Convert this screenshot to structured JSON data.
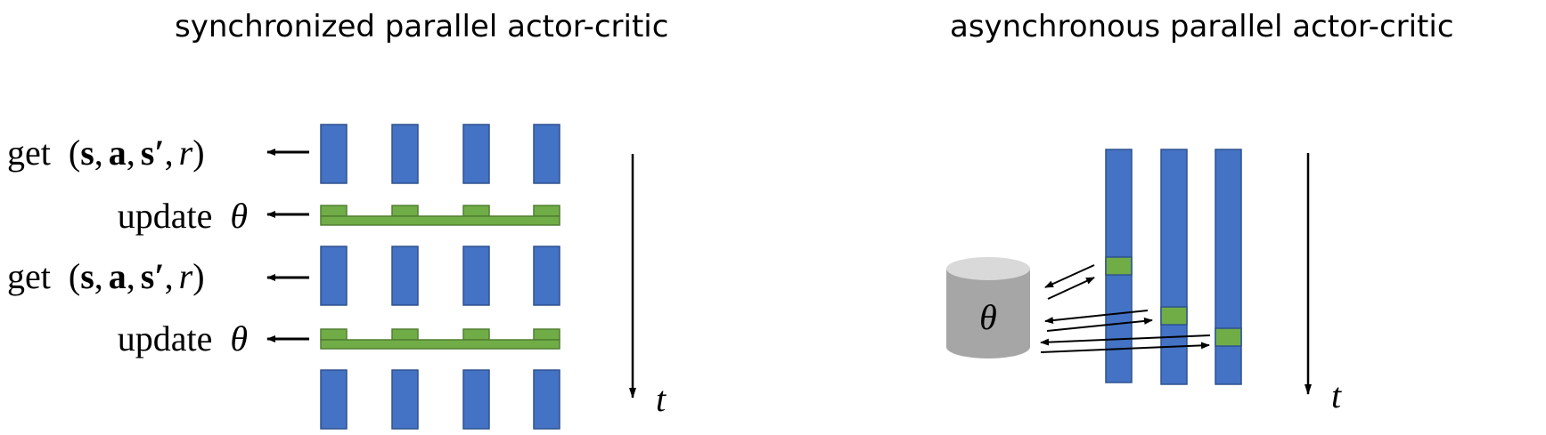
{
  "left_panel": {
    "title": "synchronized parallel actor-critic",
    "row_labels": [
      {
        "kind": "get",
        "word": "get",
        "open": "(",
        "s": "s",
        "a": "a",
        "s2": "s′",
        "r": "r",
        "close": ")"
      },
      {
        "kind": "update",
        "word": "update",
        "theta": "θ"
      },
      {
        "kind": "get",
        "word": "get",
        "open": "(",
        "s": "s",
        "a": "a",
        "s2": "s′",
        "r": "r",
        "close": ")"
      },
      {
        "kind": "update",
        "word": "update",
        "theta": "θ"
      }
    ],
    "time_label": "t"
  },
  "right_panel": {
    "title": "asynchronous parallel actor-critic",
    "parameter_server_label": "θ",
    "time_label": "t"
  },
  "colors": {
    "worker_blue": "#4472C4",
    "update_green": "#70AD47",
    "server_gray": "#A6A6A6",
    "server_top": "#D9D9D9",
    "arrow": "#000000"
  }
}
